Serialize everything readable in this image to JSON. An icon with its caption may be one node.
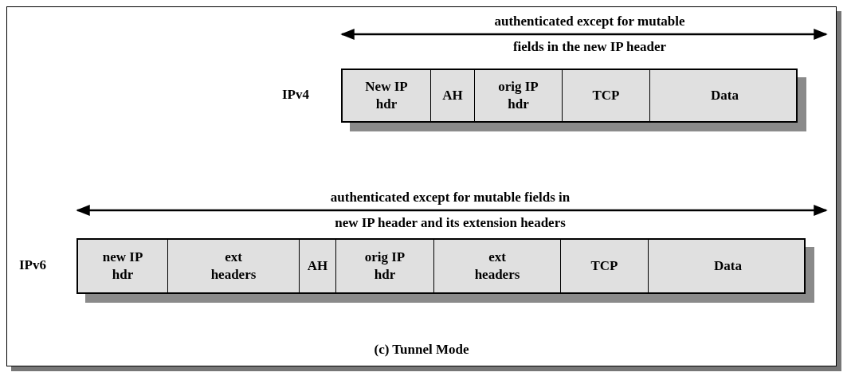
{
  "diagram": {
    "caption": "(c) Tunnel Mode",
    "nodes": [
      {
        "text": [],
        "shape": "bar"
      },
      {
        "text": [
          "New IP hdr"
        ],
        "in": 0
      },
      {
        "text": [
          "AH"
        ],
        "in": 0
      },
      {
        "text": [
          "orig IP hdr"
        ],
        "in": 0
      },
      {
        "text": [
          "TCP"
        ],
        "in": 0
      },
      {
        "text": [
          "Data"
        ],
        "in": 0
      },
      {
        "text": [],
        "shape": "bar"
      },
      {
        "text": [
          "new IP hdr"
        ],
        "in": 6
      },
      {
        "text": [
          "ext headers"
        ],
        "in": 6
      },
      {
        "text": [
          "AH"
        ],
        "in": 6
      },
      {
        "text": [
          "orig IP hdr"
        ],
        "in": 6
      },
      {
        "text": [
          "ext headers"
        ],
        "in": 6
      },
      {
        "text": [
          "TCP"
        ],
        "in": 6
      },
      {
        "text": [
          "Data"
        ],
        "in": 6
      }
    ],
    "labels": [
      "authenticated except for mutable fields in the new IP header",
      "IPv4",
      "authenticated except for mutable fields in new IP header and its extension headers",
      "IPv6"
    ]
  }
}
